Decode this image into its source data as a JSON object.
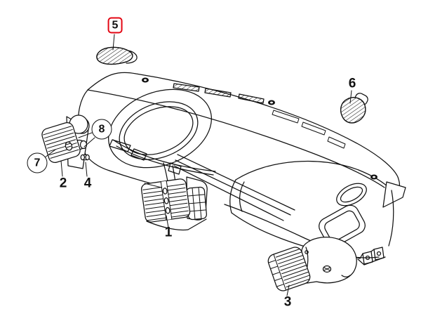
{
  "diagram": {
    "background_color": "#ffffff",
    "line_color": "#111111",
    "highlight_color": "#e30613",
    "callouts": [
      {
        "label": "1",
        "shape": "plain",
        "highlighted": false
      },
      {
        "label": "2",
        "shape": "plain",
        "highlighted": false
      },
      {
        "label": "3",
        "shape": "plain",
        "highlighted": false
      },
      {
        "label": "4",
        "shape": "plain",
        "highlighted": false
      },
      {
        "label": "5",
        "shape": "boxed",
        "highlighted": true
      },
      {
        "label": "6",
        "shape": "plain",
        "highlighted": false
      },
      {
        "label": "7",
        "shape": "circled",
        "highlighted": false
      },
      {
        "label": "8",
        "shape": "circled",
        "highlighted": false
      }
    ]
  }
}
